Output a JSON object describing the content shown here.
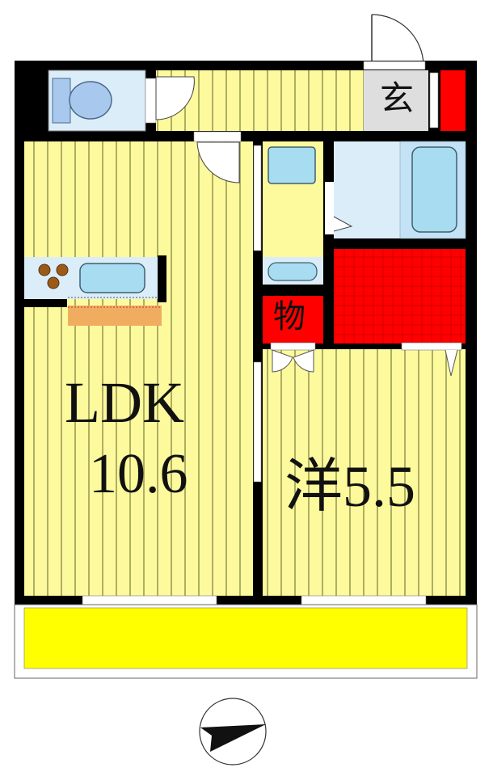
{
  "floorplan": {
    "rooms": {
      "entrance": {
        "label": "玄"
      },
      "storage": {
        "label": "物"
      },
      "ldk": {
        "label": "LDK",
        "size": "10.6"
      },
      "western": {
        "label": "洋5.5"
      }
    },
    "icons": [
      "toilet-icon",
      "stove-icon",
      "sink-icon",
      "bathtub-icon",
      "compass-icon"
    ]
  },
  "colors": {
    "floor": "#fcfa9c",
    "stripe": "#7a7a40",
    "wall": "#000000",
    "fixture": "#dcedfa",
    "fixture_inner": "#a8dcf0",
    "closet": "#ff0000",
    "entrance": "#dedede",
    "balcony": "#ffff00",
    "counter": "#f0ad60"
  }
}
